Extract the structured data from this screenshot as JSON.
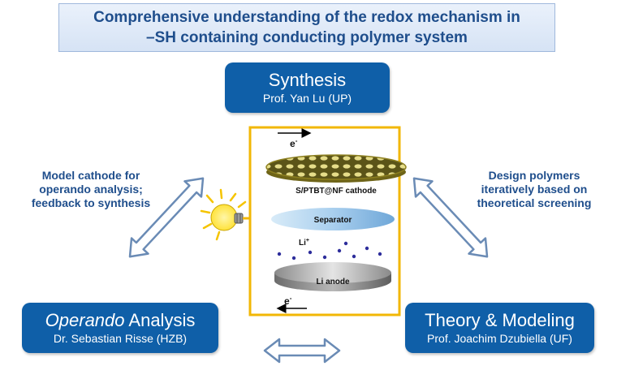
{
  "title": {
    "line1": "Comprehensive understanding of the redox mechanism in",
    "line2": "–SH containing conducting polymer system"
  },
  "boxes": {
    "synthesis": {
      "heading": "Synthesis",
      "person": "Prof. Yan Lu (UP)"
    },
    "operando": {
      "heading_italic": "Operando",
      "heading_rest": " Analysis",
      "person": "Dr. Sebastian Risse (HZB)"
    },
    "theory": {
      "heading": "Theory & Modeling",
      "person": "Prof. Joachim Dzubiella (UF)"
    }
  },
  "side_notes": {
    "left": [
      "Model cathode for",
      "operando analysis;",
      "feedback to synthesis"
    ],
    "right": [
      "Design polymers",
      "iteratively based on",
      "theoretical screening"
    ]
  },
  "cell": {
    "electron_top": "e",
    "electron_top_sup": "-",
    "cathode": "S/PTBT@NF cathode",
    "separator": "Separator",
    "li_ion": "Li",
    "li_ion_sup": "+",
    "anode": "Li anode",
    "electron_bottom": "e",
    "electron_bottom_sup": "-"
  },
  "colors": {
    "box_blue": "#0f5fa8",
    "title_text": "#1f4e8c",
    "circuit_wire": "#f2b705",
    "cathode_gold": "#b5a82a",
    "separator_blue": "#9cc6e8",
    "ion_dots": "#2d2d9b"
  },
  "icons": [
    "light-bulb-icon",
    "double-arrow-icon"
  ]
}
